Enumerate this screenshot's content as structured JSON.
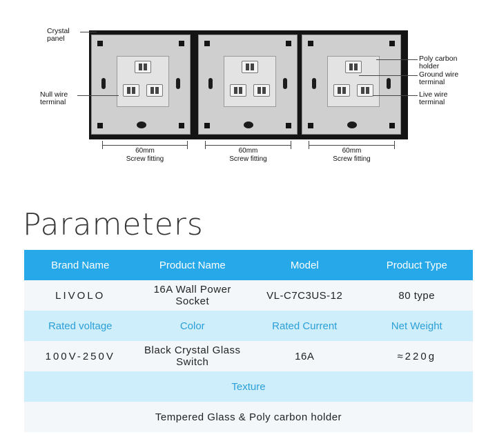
{
  "diagram": {
    "callouts": {
      "crystal_panel": [
        "Crystal",
        "panel"
      ],
      "null_wire": [
        "Null wire",
        "terminal"
      ],
      "poly_carbon": [
        "Poly carbon",
        "holder"
      ],
      "ground_wire": [
        "Ground wire",
        "terminal"
      ],
      "live_wire": [
        "Live wire",
        "terminal"
      ]
    },
    "dimensions": [
      {
        "size": "60mm",
        "label": "Screw fitting"
      },
      {
        "size": "60mm",
        "label": "Screw fitting"
      },
      {
        "size": "60mm",
        "label": "Screw fitting"
      }
    ]
  },
  "parameters": {
    "title": "Parameters",
    "header_row": [
      "Brand Name",
      "Product Name",
      "Model",
      "Product Type"
    ],
    "header_values": [
      "LIVOLO",
      "16A Wall Power Socket",
      "VL-C7C3US-12",
      "80 type"
    ],
    "label_row": [
      "Rated voltage",
      "Color",
      "Rated Current",
      "Net Weight"
    ],
    "label_values": [
      "100V-250V",
      "Black Crystal Glass Switch",
      "16A",
      "≈220g"
    ],
    "texture_label": "Texture",
    "texture_value": "Tempered Glass & Poly carbon holder"
  },
  "colors": {
    "header_bg": "#27a8e8",
    "label_bg": "#cfeefb",
    "label_text": "#2b9fd8",
    "value_bg": "#f3f7fa"
  }
}
